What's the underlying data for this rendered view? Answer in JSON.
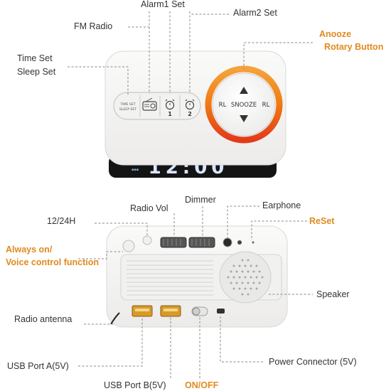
{
  "labels": {
    "alarm1_set": "Alarm1  Set",
    "alarm2_set": "Alarm2 Set",
    "fm_radio": "FM Radio",
    "snooze_line1": "Anooze",
    "snooze_line2": "Rotary Button",
    "time_set": "Time  Set",
    "sleep_set": "Sleep  Set",
    "dimmer": "Dimmer",
    "radio_vol": "Radio Vol",
    "earphone": "Earphone",
    "h_12_24": "12/24H",
    "reset": "ReSet",
    "always_on_line1": "Always on/",
    "always_on_line2": "Voice control function",
    "speaker": "Speaker",
    "radio_antenna": "Radio antenna",
    "usb_a": "USB Port A(5V)",
    "usb_b": "USB Port B(5V)",
    "on_off": "ON/OFF",
    "power_connector": "Power Connector (5V)"
  },
  "device_marks": {
    "rl_left": "RL",
    "snooze": "SNOOZE",
    "rl_right": "RL",
    "time_set_small": "TIME SET",
    "sleep_set_small": "SLEEP SET",
    "alarm1_num": "1",
    "alarm2_num": "2",
    "display_digits": "12:00"
  },
  "colors": {
    "accent": "#e08a1e",
    "ring_orange": "#f07a12",
    "ring_red": "#e23a1a",
    "display_bg": "#141414",
    "display_digits": "#d8e6ff",
    "body_white": "#f5f5f4"
  }
}
